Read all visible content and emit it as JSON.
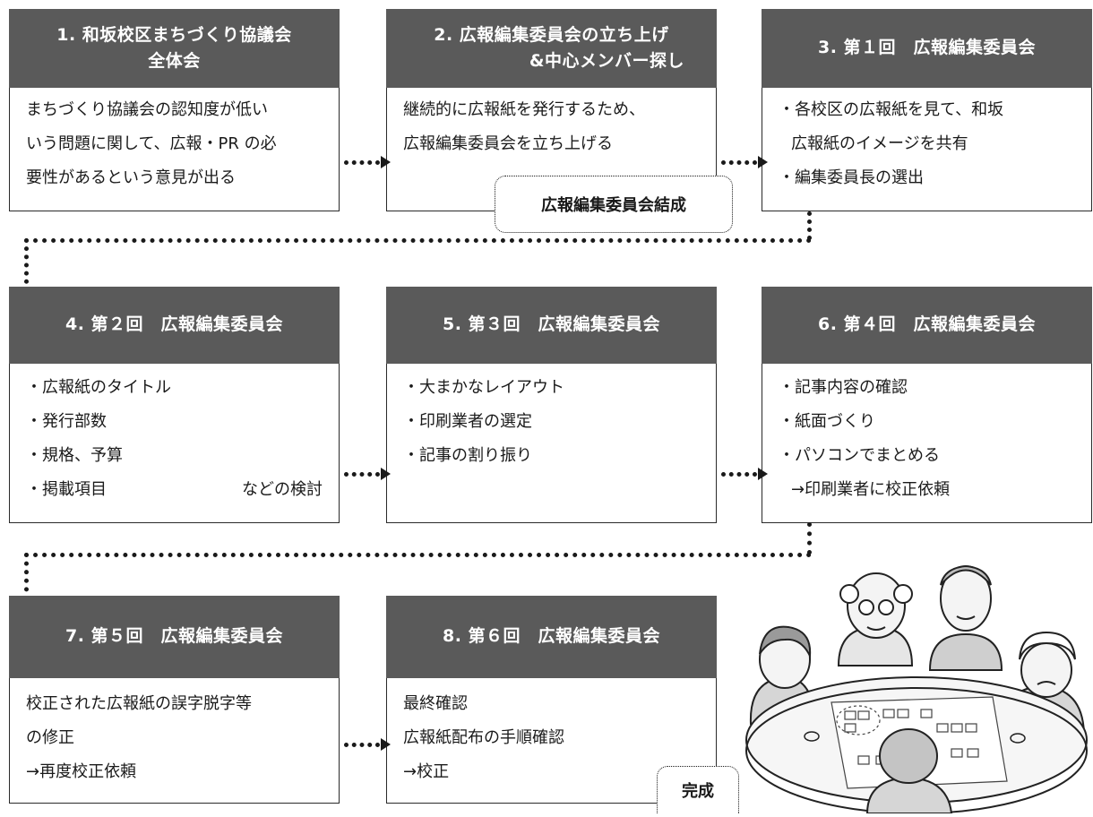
{
  "steps": [
    {
      "title": [
        "1. 和坂校区まちづくり協議会",
        "全体会"
      ],
      "body": [
        "まちづくり協議会の認知度が低い",
        "いう問題に関して、広報・PR の必",
        "要性があるという意見が出る"
      ]
    },
    {
      "title": [
        "2. 広報編集委員会の立ち上げ",
        "&中心メンバー探し"
      ],
      "body": [
        "継続的に広報紙を発行するため、",
        "広報編集委員会を立ち上げる"
      ]
    },
    {
      "title": [
        "3. 第１回　広報編集委員会"
      ],
      "body": [
        "・各校区の広報紙を見て、和坂",
        "広報紙のイメージを共有",
        "・編集委員長の選出"
      ]
    },
    {
      "title": [
        "4. 第２回　広報編集委員会"
      ],
      "body": [
        "・広報紙のタイトル",
        "・発行部数",
        "・規格、予算",
        "・掲載項目"
      ],
      "body_suffix": "などの検討"
    },
    {
      "title": [
        "5. 第３回　広報編集委員会"
      ],
      "body": [
        "・大まかなレイアウト",
        "・印刷業者の選定",
        "・記事の割り振り"
      ]
    },
    {
      "title": [
        "6. 第４回　広報編集委員会"
      ],
      "body": [
        "・記事内容の確認",
        "・紙面づくり",
        "・パソコンでまとめる",
        "→印刷業者に校正依頼"
      ]
    },
    {
      "title": [
        "7. 第５回　広報編集委員会"
      ],
      "body": [
        "校正された広報紙の誤字脱字等",
        "の修正",
        "→再度校正依頼"
      ]
    },
    {
      "title": [
        "8. 第６回　広報編集委員会"
      ],
      "body": [
        "最終確認",
        "広報紙配布の手順確認",
        "→校正"
      ]
    }
  ],
  "callouts": {
    "formed": "広報編集委員会結成",
    "complete": "完成"
  },
  "colors": {
    "header_bg": "#5a5a5a",
    "header_text": "#ffffff",
    "border": "#2a2a2a"
  },
  "illustration": "committee-meeting-illustration"
}
